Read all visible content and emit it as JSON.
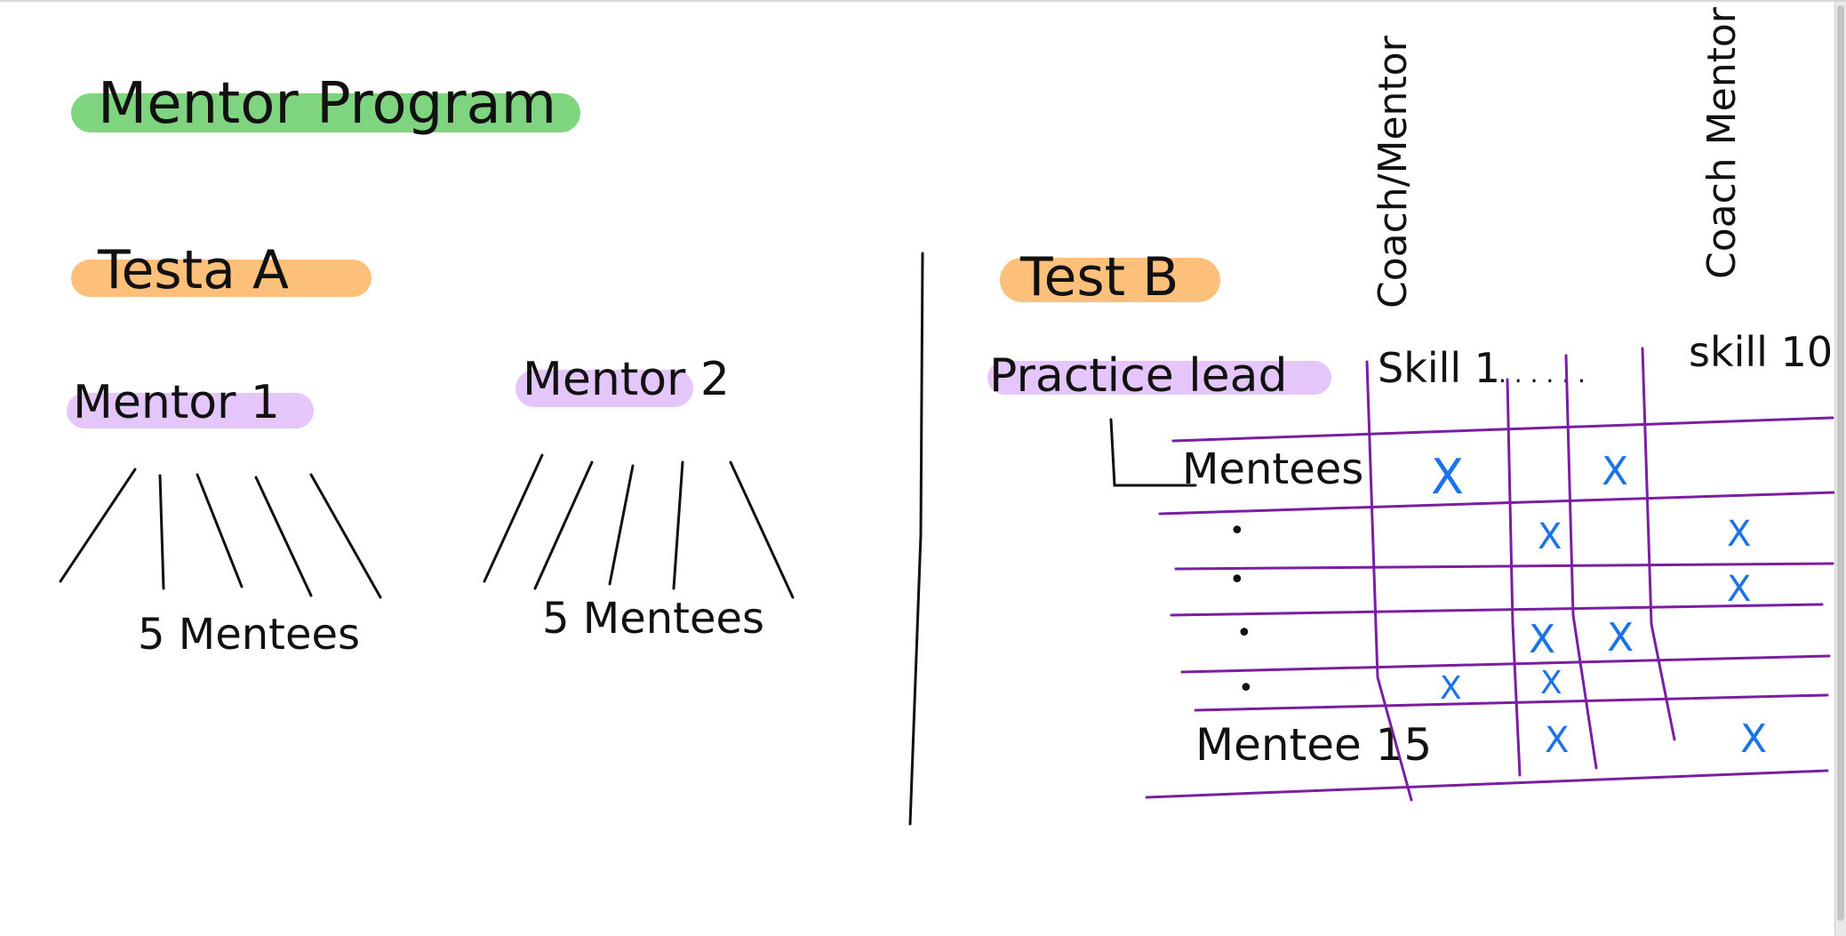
{
  "title": "Mentor Program",
  "test_a": {
    "label": "Testa A",
    "mentor1": {
      "label": "Mentor 1",
      "mentees": "5 Mentees"
    },
    "mentor2": {
      "label": "Mentor 2",
      "mentees": "5 Mentees"
    }
  },
  "test_b": {
    "label": "Test B",
    "practice_lead": "Practice lead",
    "col_header_1": "Coach/Mentor",
    "col_header_2": "Coach Mentor",
    "skill_first": "Skill 1",
    "skill_dots": ". . . . . .",
    "skill_last": "skill 10",
    "mentees_first": "Mentees",
    "mentee_last": "Mentee 15",
    "row_dots": [
      "•",
      "•",
      "•",
      "•"
    ],
    "mark": "X"
  },
  "colors": {
    "green_highlight": "#7fd47f",
    "orange_highlight": "#fdc07a",
    "purple_highlight": "#e5c6fb",
    "grid_purple": "#7b1fa2",
    "mark_blue": "#1a73e8",
    "ink": "#111111"
  }
}
